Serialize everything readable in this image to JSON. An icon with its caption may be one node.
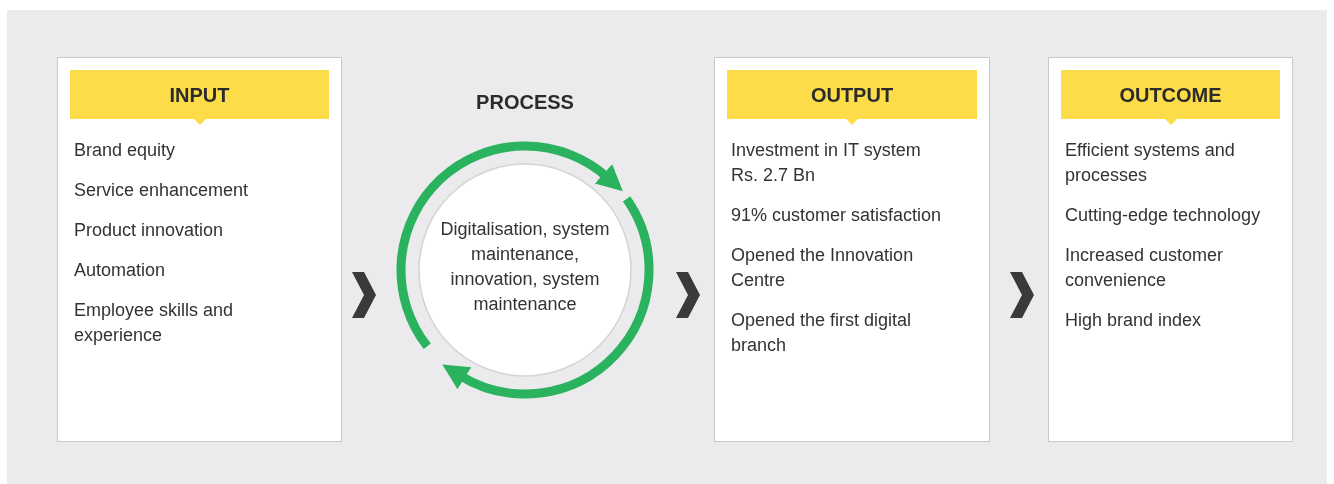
{
  "diagram": {
    "nodes": [
      {
        "text": [
          "INPUT",
          "Brand equity",
          "Service enhancement",
          "Product innovation",
          "Automation",
          "Employee skills and experience"
        ]
      },
      {
        "text": [
          "PROCESS",
          "Digitalisation, system maintenance, innovation, system maintenance"
        ]
      },
      {
        "text": [
          "OUTPUT",
          "Investment in IT system Rs. 2.7 Bn",
          "91% customer satisfaction",
          "Opened the Innovation Centre",
          "Opened the first digital branch"
        ]
      },
      {
        "text": [
          "OUTCOME",
          "Efficient systems and processes",
          "Cutting-edge technology",
          "Increased customer convenience",
          "High brand index"
        ]
      }
    ],
    "edges": [
      {
        "from": 0,
        "to": 1,
        "arrow": "to"
      },
      {
        "from": 1,
        "to": 2,
        "arrow": "to"
      },
      {
        "from": 2,
        "to": 3,
        "arrow": "to"
      }
    ]
  }
}
